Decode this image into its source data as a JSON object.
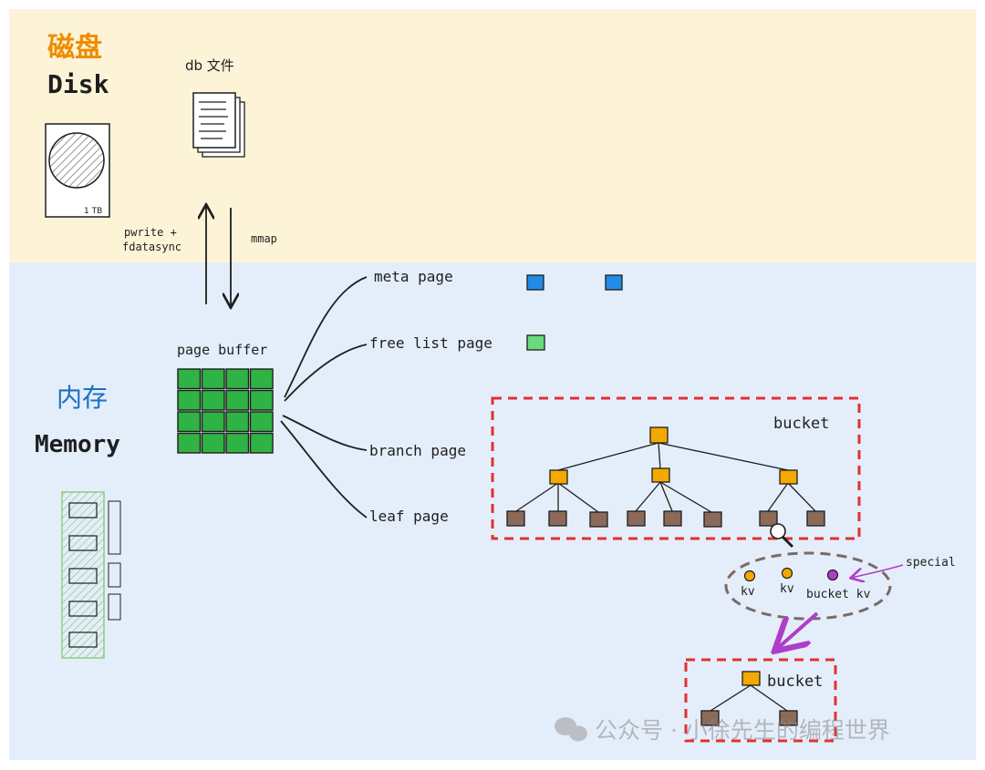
{
  "disk": {
    "title_cn": "磁盘",
    "title_en": "Disk",
    "capacity": "1 TB",
    "db_file_label": "db 文件"
  },
  "memory": {
    "title_cn": "内存",
    "title_en": "Memory"
  },
  "io": {
    "write_label_line1": "pwrite +",
    "write_label_line2": "fdatasync",
    "read_label": "mmap"
  },
  "page_buffer": {
    "label": "page buffer"
  },
  "page_types": {
    "meta": "meta page",
    "free_list": "free list page",
    "branch": "branch page",
    "leaf": "leaf page"
  },
  "bucket": {
    "label": "bucket",
    "kv_label": "kv",
    "bucket_kv_label": "bucket kv",
    "special_label": "special",
    "nested_label": "bucket"
  },
  "watermark": "公众号 · 小徐先生的编程世界",
  "colors": {
    "disk_bg": "#fdf4d8",
    "memory_bg": "#e4eefb",
    "disk_title": "#f08c00",
    "memory_title": "#1971c2",
    "meta_page": "#228be6",
    "free_list_page": "#69db7c",
    "buffer_cell": "#2fb344",
    "branch_node": "#f5a800",
    "leaf_node": "#8c6a5a",
    "bucket_border": "#e03131",
    "special": "#ae3ec9"
  }
}
